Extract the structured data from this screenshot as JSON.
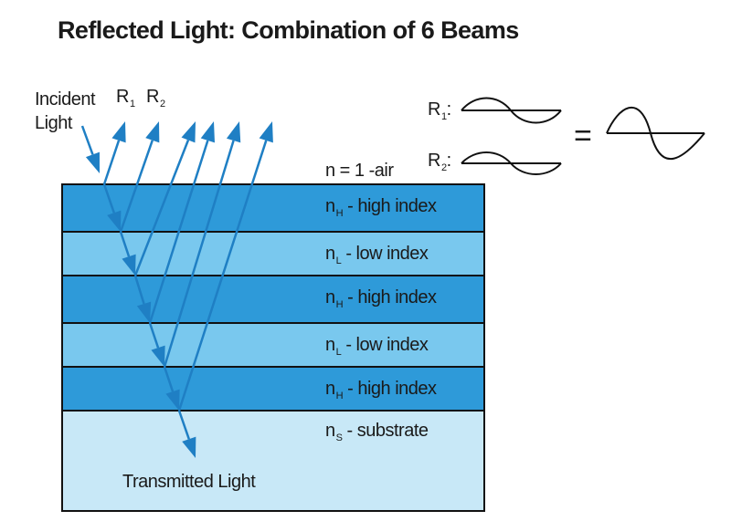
{
  "title": "Reflected Light: Combination of 6 Beams",
  "labels": {
    "incident_line1": "Incident",
    "incident_line2": "Light",
    "r1_base": "R",
    "r1_sub": "1",
    "r2_base": "R",
    "r2_sub": "2",
    "air": "n = 1 -air",
    "transmitted": "Transmitted Light",
    "legend_r1_base": "R",
    "legend_r1_sub": "1",
    "legend_r1_colon": ":",
    "legend_r2_base": "R",
    "legend_r2_sub": "2",
    "legend_r2_colon": ":",
    "equals": "="
  },
  "layers": [
    {
      "n": "n",
      "sub": "H",
      "desc": "- high index",
      "color": "#2e9ad9"
    },
    {
      "n": "n",
      "sub": "L",
      "desc": "- low index",
      "color": "#79c8ee"
    },
    {
      "n": "n",
      "sub": "H",
      "desc": "- high index",
      "color": "#2e9ad9"
    },
    {
      "n": "n",
      "sub": "L",
      "desc": "- low index",
      "color": "#79c8ee"
    },
    {
      "n": "n",
      "sub": "H",
      "desc": "- high index",
      "color": "#2e9ad9"
    },
    {
      "n": "n",
      "sub": "S",
      "desc": "- substrate",
      "color": "#c8e8f7"
    }
  ],
  "colors": {
    "arrow": "#1f7fc4",
    "outline": "#111111"
  }
}
